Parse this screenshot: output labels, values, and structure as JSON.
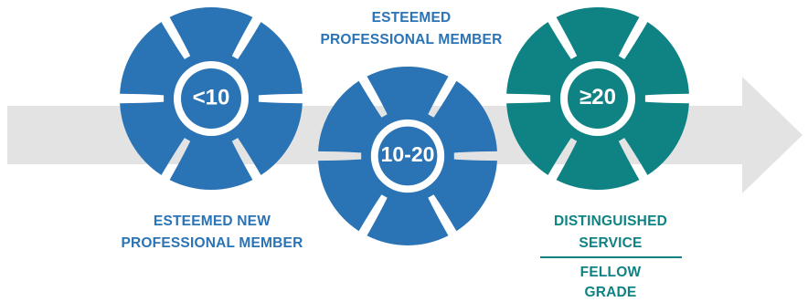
{
  "colors": {
    "blue": "#2a73b5",
    "teal": "#0f8383",
    "arrow": "#e3e3e3",
    "hole": "#ffffff"
  },
  "stages": [
    {
      "value": "<10",
      "color": "blue",
      "caption": [
        "ESTEEMED NEW",
        "PROFESSIONAL MEMBER"
      ],
      "caption_position": "below"
    },
    {
      "value": "10-20",
      "color": "blue",
      "caption": [
        "ESTEEMED",
        "PROFESSIONAL MEMBER"
      ],
      "caption_position": "above"
    },
    {
      "value": "20",
      "value_prefix": "≥",
      "color": "teal",
      "caption": [
        "DISTINGUISHED",
        "SERVICE"
      ],
      "caption_position": "below",
      "sub_caption": [
        "FELLOW",
        "GRADE"
      ]
    }
  ]
}
